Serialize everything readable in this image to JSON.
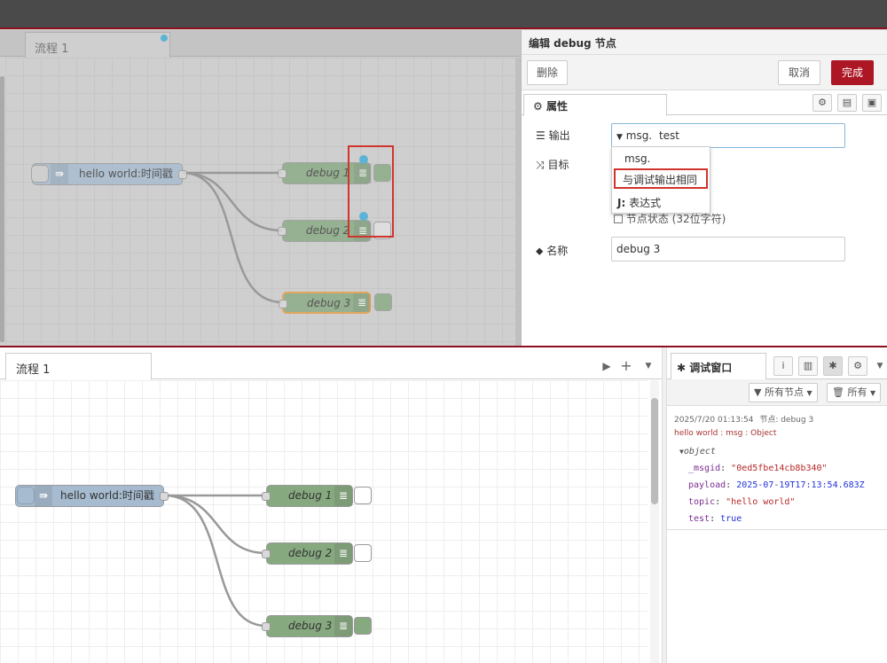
{
  "top": {
    "tab_label": "流程 1",
    "inject_label": "hello world:时间戳",
    "debug_nodes": [
      "debug 1",
      "debug 2",
      "debug 3"
    ],
    "tray": {
      "title": "编辑 debug 节点",
      "delete_label": "删除",
      "cancel_label": "取消",
      "done_label": "完成",
      "tab_props": "属性",
      "output_label": "输出",
      "output_prefix": "msg.",
      "output_value": "test",
      "target_label": "目标",
      "dropdown": [
        "msg.",
        "与调试输出相同",
        "表达式"
      ],
      "status_label": "节点状态 (32位字符)",
      "name_label": "名称",
      "name_value": "debug 3"
    }
  },
  "bottom": {
    "tab_label": "流程 1",
    "inject_label": "hello world:时间戳",
    "debug_nodes": [
      "debug 1",
      "debug 2",
      "debug 3"
    ],
    "sidebar": {
      "tab_label": "调试窗口",
      "filter_nodes": "所有节点",
      "clear_all": "所有",
      "timestamp": "2025/7/20 01:13:54",
      "node_info": "节点: debug 3",
      "path": "hello world : msg : Object",
      "object_label": "object",
      "props": [
        {
          "key": "_msgid",
          "value": "\"0ed5fbe14cb8b340\""
        },
        {
          "key": "payload",
          "value": "2025-07-19T17:13:54.683Z"
        },
        {
          "key": "topic",
          "value": "\"hello world\""
        },
        {
          "key": "test",
          "value": "true"
        }
      ]
    }
  },
  "colors": {
    "inject": "#a6bbcf",
    "debug": "#87a980",
    "accent": "#ad1625",
    "highlight": "#d0342c"
  }
}
